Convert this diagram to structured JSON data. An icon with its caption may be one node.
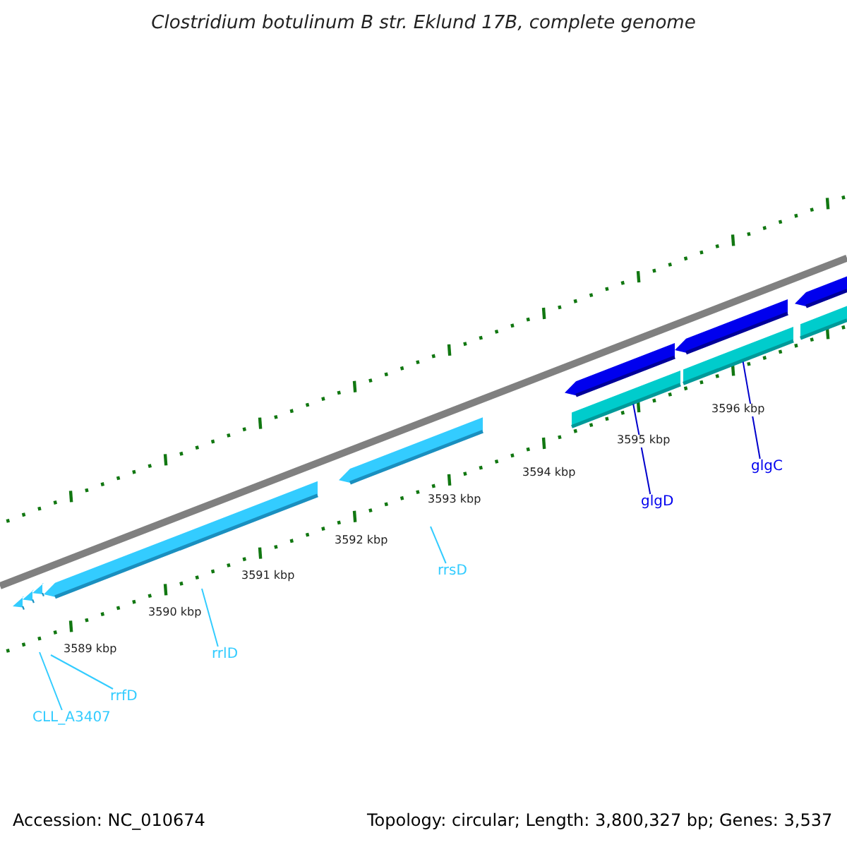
{
  "diagram": {
    "title": "Clostridium botulinum B str. Eklund 17B, complete genome",
    "nodes": [
      {
        "text": [
          "CLL_A3407"
        ]
      },
      {
        "text": [
          "rrfD"
        ]
      },
      {
        "text": [
          "rrlD"
        ]
      },
      {
        "text": [
          "rrsD"
        ]
      },
      {
        "text": [
          "glgD"
        ]
      },
      {
        "text": [
          "glgC"
        ]
      },
      {
        "text": [],
        "shape": "bar"
      },
      {
        "text": [],
        "shape": "bar"
      }
    ],
    "edges": [
      {
        "from": 0,
        "to": null,
        "arrow": "none"
      },
      {
        "from": 1,
        "to": null,
        "arrow": "none"
      },
      {
        "from": 2,
        "to": null,
        "arrow": "none"
      },
      {
        "from": 3,
        "to": null,
        "arrow": "none"
      },
      {
        "from": 4,
        "to": 6,
        "arrow": "none",
        "color": "#0000cc"
      },
      {
        "from": 5,
        "to": 7,
        "arrow": "none",
        "color": "#0000cc"
      }
    ],
    "labels": [
      "3589 kbp",
      "3590 kbp",
      "3591 kbp",
      "3592 kbp",
      "3593 kbp",
      "3594 kbp",
      "3595 kbp",
      "3596 kbp",
      "Accession: NC_010674",
      "Topology: circular; Length: 3,800,327 bp; Genes: 3,537"
    ]
  }
}
